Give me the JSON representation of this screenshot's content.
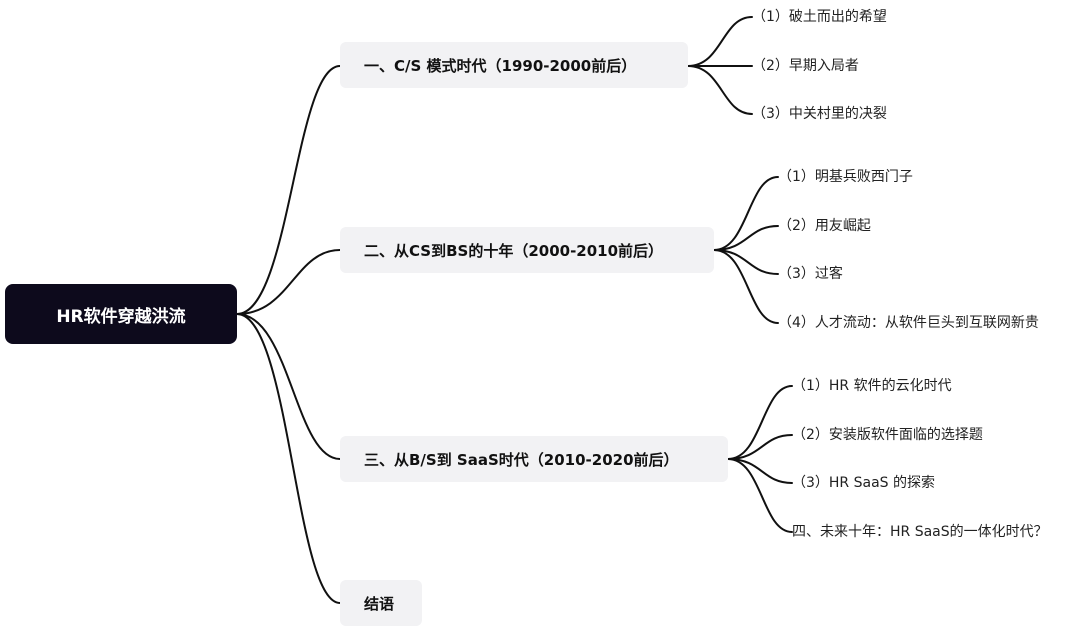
{
  "mindmap": {
    "root": {
      "label": "HR软件穿越洪流"
    },
    "branches": [
      {
        "label": "一、C/S 模式时代（1990-2000前后）",
        "children": [
          "（1）破土而出的希望",
          "（2）早期入局者",
          "（3）中关村里的决裂"
        ]
      },
      {
        "label": "二、从CS到BS的十年（2000-2010前后）",
        "children": [
          "（1）明基兵败西门子",
          "（2）用友崛起",
          "（3）过客",
          "（4）人才流动：从软件巨头到互联网新贵"
        ]
      },
      {
        "label": "三、从B/S到 SaaS时代（2010-2020前后）",
        "children": [
          "（1）HR 软件的云化时代",
          "（2）安装版软件面临的选择题",
          "（3）HR SaaS 的探索",
          "四、未来十年：HR SaaS的一体化时代？"
        ]
      },
      {
        "label": "结语",
        "children": []
      }
    ]
  }
}
